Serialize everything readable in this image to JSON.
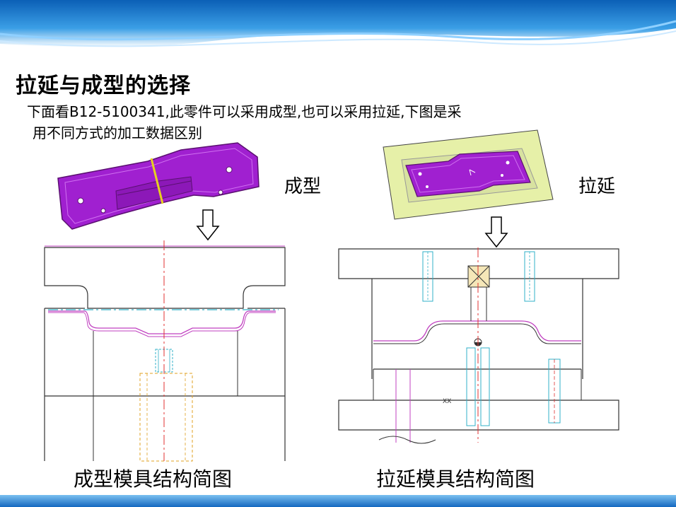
{
  "slide": {
    "title": "拉延与成型的选择",
    "description_line1": "下面看B12-5100341,此零件可以采用成型,也可以采用拉延,下图是采",
    "description_line2": "用不同方式的加工数据区别"
  },
  "left_panel": {
    "label": "成型",
    "caption": "成型模具结构简图"
  },
  "right_panel": {
    "label": "拉延",
    "caption": "拉延模具结构简图",
    "mark_xx": "XX"
  },
  "colors": {
    "banner_blue": "#1e7fd0",
    "part_purple": "#a020d0",
    "blank_yellow": "#e6f0a8",
    "centerline_red": "#e03030",
    "outline_gray": "#333333",
    "part_line_magenta": "#c040c0",
    "cyan_detail": "#30b0c8",
    "orange_detail": "#e0a020"
  }
}
